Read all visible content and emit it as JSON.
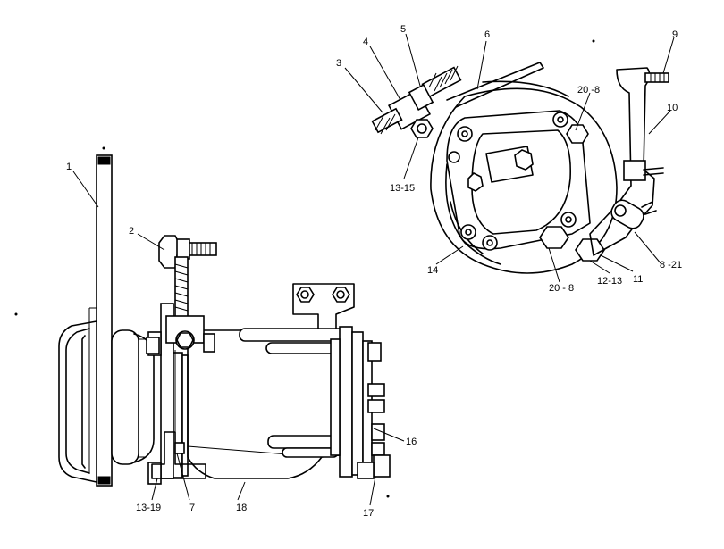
{
  "callouts": [
    {
      "id": "c1",
      "label": "1"
    },
    {
      "id": "c2",
      "label": "2"
    },
    {
      "id": "c3",
      "label": "3"
    },
    {
      "id": "c4",
      "label": "4"
    },
    {
      "id": "c5",
      "label": "5"
    },
    {
      "id": "c6",
      "label": "6"
    },
    {
      "id": "c7",
      "label": "7"
    },
    {
      "id": "c8_21",
      "label": "8 -21"
    },
    {
      "id": "c9",
      "label": "9"
    },
    {
      "id": "c10",
      "label": "10"
    },
    {
      "id": "c11",
      "label": "11"
    },
    {
      "id": "c12_13",
      "label": "12-13"
    },
    {
      "id": "c13_15",
      "label": "13-15"
    },
    {
      "id": "c13_19",
      "label": "13-19"
    },
    {
      "id": "c14",
      "label": "14"
    },
    {
      "id": "c16",
      "label": "16"
    },
    {
      "id": "c17",
      "label": "17"
    },
    {
      "id": "c18",
      "label": "18"
    },
    {
      "id": "c20_8_top",
      "label": "20 -8"
    },
    {
      "id": "c20_8_bottom",
      "label": "20 - 8"
    }
  ],
  "colors": {
    "ink": "#000000",
    "paper": "#ffffff"
  }
}
